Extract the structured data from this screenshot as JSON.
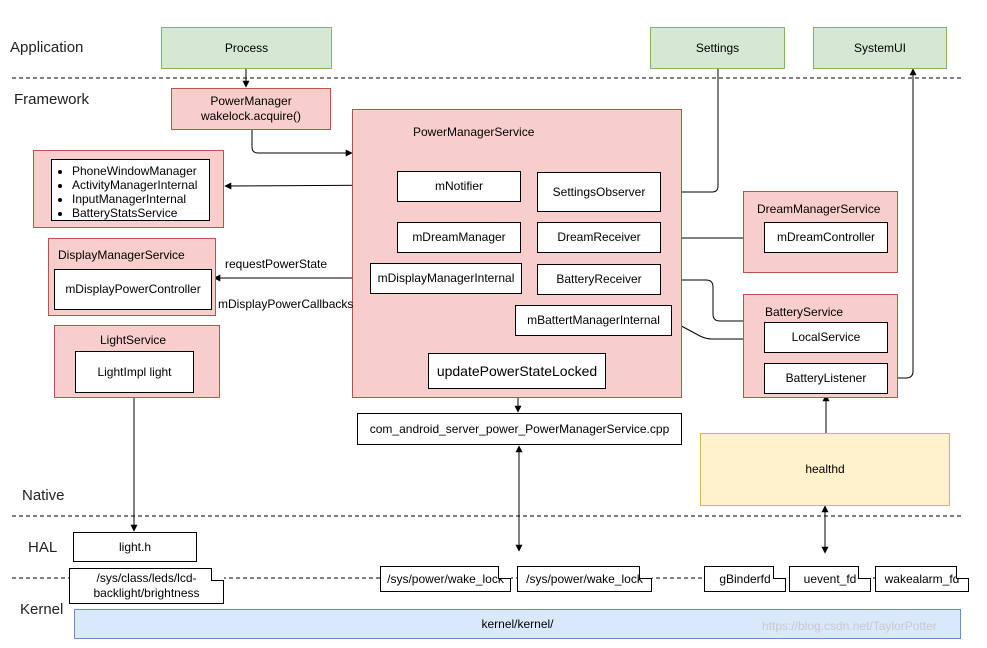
{
  "layers": {
    "application": "Application",
    "framework": "Framework",
    "native": "Native",
    "hal": "HAL",
    "kernel": "Kernel"
  },
  "boxes": {
    "process": "Process",
    "settings": "Settings",
    "systemui": "SystemUI",
    "power_manager_line1": "PowerManager",
    "power_manager_line2": "wakelock.acquire()",
    "power_manager_service": "PowerManagerService",
    "m_notifier": "mNotifier",
    "settings_observer": "SettingsObserver",
    "m_dream_manager": "mDreamManager",
    "dream_receiver": "DreamReceiver",
    "m_display_manager_internal": "mDisplayManagerInternal",
    "battery_receiver": "BatteryReceiver",
    "m_battery_manager_internal": "mBattertManagerInternal",
    "update_power_state_locked": "updatePowerStateLocked",
    "jni_cpp": "com_android_server_power_PowerManagerService.cpp",
    "dream_manager_service": "DreamManagerService",
    "m_dream_controller": "mDreamController",
    "battery_service": "BatteryService",
    "local_service": "LocalService",
    "battery_listener": "BatteryListener",
    "display_manager_service": "DisplayManagerService",
    "m_display_power_controller": "mDisplayPowerController",
    "light_service": "LightService",
    "light_impl": "LightImpl light",
    "healthd": "healthd",
    "light_h": "light.h",
    "kernel": "kernel/kernel/"
  },
  "notified_list": [
    "PhoneWindowManager",
    "ActivityManagerInternal",
    "InputManagerInternal",
    "BatteryStatsService"
  ],
  "edge_labels": {
    "request_power_state": "requestPowerState",
    "display_power_callbacks": "mDisplayPowerCallbacks"
  },
  "files": {
    "leds_line1": "/sys/class/leds/lcd-",
    "leds_line2": "backlight/brightness",
    "wake_lock_1": "/sys/power/wake_lock",
    "wake_lock_2": "/sys/power/wake_lock",
    "gbinderfd": "gBinderfd",
    "uevent_fd": "uevent_fd",
    "wakealarm_fd": "wakealarm_fd"
  },
  "watermark": "https://blog.csdn.net/TaylorPotter",
  "colors": {
    "green_fill": "#d5e8d4",
    "green_stroke": "#82b366",
    "pink_fill": "#f8cecc",
    "pink_stroke": "#b85450",
    "yellow_fill": "#fff2cc",
    "yellow_stroke": "#d6b656",
    "blue_fill": "#dae8fc",
    "blue_stroke": "#6c8ebf"
  }
}
